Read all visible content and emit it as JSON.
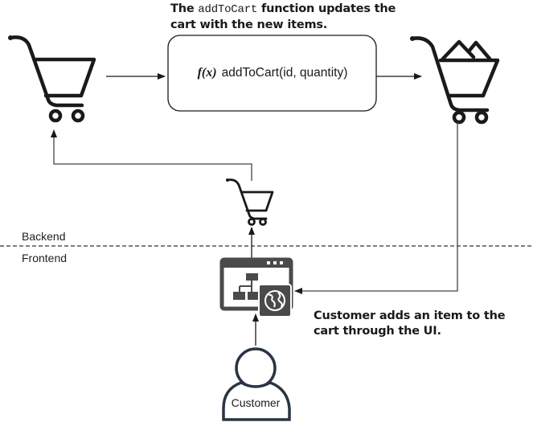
{
  "callouts": {
    "top": {
      "prefix": "The ",
      "code": "addToCart",
      "suffix": " function updates the cart with the new items."
    },
    "bottom": "Customer adds an item to the cart through the UI."
  },
  "function_box": {
    "prefix_symbol": "f(x)",
    "signature": "addToCart(id, quantity)"
  },
  "layers": {
    "backend": "Backend",
    "frontend": "Frontend"
  },
  "actor": {
    "label": "Customer"
  },
  "icons": {
    "left_cart": "shopping-cart-icon",
    "right_cart": "full-shopping-cart-icon",
    "small_cart": "shopping-cart-icon",
    "ui": "web-app-icon",
    "globe": "globe-icon",
    "customer": "user-icon"
  },
  "colors": {
    "stroke": "#1a1a1a",
    "line": "#444444",
    "ui_icon": "#4a4a4a",
    "person": "#2a3442"
  }
}
